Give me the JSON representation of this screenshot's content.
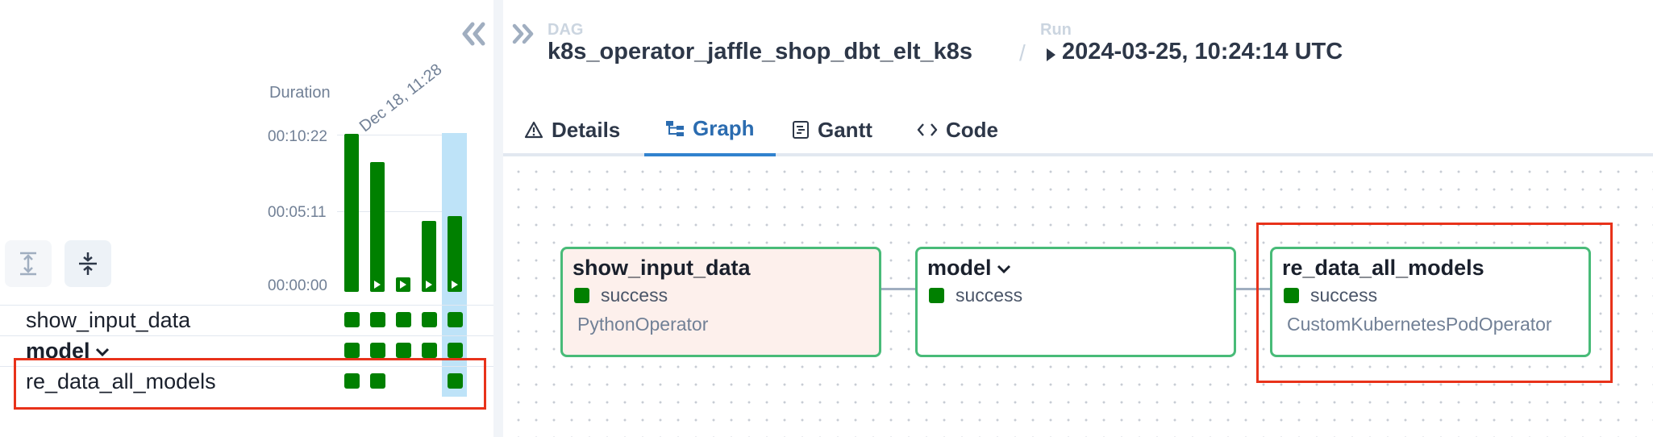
{
  "grid": {
    "duration_label": "Duration",
    "date_label": "Dec 18, 11:28",
    "ticks": [
      "00:10:22",
      "00:05:11",
      "00:00:00"
    ],
    "durations": [
      {
        "value": "00:10:22",
        "fraction": 1.0,
        "play": false
      },
      {
        "value": "00:09:10",
        "fraction": 0.82,
        "play": true
      },
      {
        "value": "00:00:58",
        "fraction": 0.09,
        "play": true
      },
      {
        "value": "00:03:50",
        "fraction": 0.45,
        "play": true
      },
      {
        "value": "00:04:10",
        "fraction": 0.48,
        "play": true
      }
    ],
    "tasks": [
      {
        "label": "show_input_data",
        "bold": false,
        "group": false,
        "runs": [
          true,
          true,
          true,
          true,
          true
        ]
      },
      {
        "label": "model",
        "bold": true,
        "group": true,
        "runs": [
          true,
          true,
          true,
          true,
          true
        ]
      },
      {
        "label": "re_data_all_models",
        "bold": false,
        "group": false,
        "runs": [
          true,
          true,
          false,
          false,
          true
        ]
      }
    ]
  },
  "header": {
    "dag_caption": "DAG",
    "dag_id": "k8s_operator_jaffle_shop_dbt_elt_k8s",
    "separator": "/",
    "run_caption": "Run",
    "run_id": "2024-03-25, 10:24:14 UTC"
  },
  "tabs": [
    {
      "label": "Details",
      "icon": "warning-triangle-icon",
      "active": false
    },
    {
      "label": "Graph",
      "icon": "graph-icon",
      "active": true
    },
    {
      "label": "Gantt",
      "icon": "gantt-icon",
      "active": false
    },
    {
      "label": "Code",
      "icon": "code-icon",
      "active": false
    }
  ],
  "graph": {
    "nodes": [
      {
        "title": "show_input_data",
        "status": "success",
        "operator": "PythonOperator"
      },
      {
        "title": "model",
        "status": "success",
        "operator": ""
      },
      {
        "title": "re_data_all_models",
        "status": "success",
        "operator": "CustomKubernetesPodOperator"
      }
    ]
  },
  "colors": {
    "success": "#008000",
    "node_border": "#48bb78",
    "active_tab": "#2b6cb0",
    "highlight_box": "#e8321a",
    "selected_run": "#bee3f8"
  }
}
